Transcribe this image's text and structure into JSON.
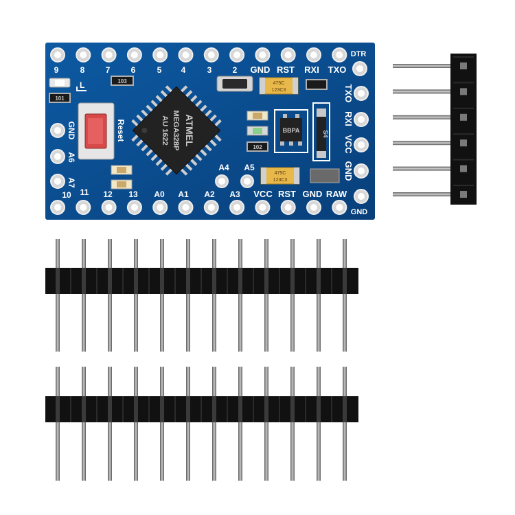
{
  "board": {
    "color": "#0a4a8c",
    "top_row_labels": [
      "9",
      "8",
      "7",
      "6",
      "5",
      "4",
      "3",
      "2",
      "GND",
      "RST",
      "RXI",
      "TXO"
    ],
    "corner_label_dtr": "DTR",
    "left_labels": [
      "GND",
      "A6",
      "A7"
    ],
    "right_header_labels": [
      "TXO",
      "RXI",
      "VCC",
      "GND"
    ],
    "bottom_row_labels": [
      "10",
      "11",
      "12",
      "13",
      "A0",
      "A1",
      "A2",
      "A3",
      "VCC",
      "RST",
      "GND",
      "RAW"
    ],
    "corner_label_gnd": "GND",
    "inner_labels": [
      "A4",
      "A5"
    ],
    "led_label": "L",
    "reset_label": "Reset",
    "chip": {
      "brand": "ATMEL",
      "part_lines": [
        "MEGA328P",
        "AU 1622"
      ]
    },
    "components": {
      "r103": "103",
      "r101": "101",
      "r102": "102",
      "cap_top": [
        "475C",
        "123C3"
      ],
      "cap_bottom": [
        "475C",
        "123C3"
      ],
      "regulator": "BBPA",
      "diode": "S4"
    }
  },
  "pin_headers": {
    "right_angle_count": 6,
    "straight_strip_count": 2,
    "pins_per_strip": 12,
    "plastic_color": "#111111",
    "pin_color": "#8a8a8a"
  }
}
